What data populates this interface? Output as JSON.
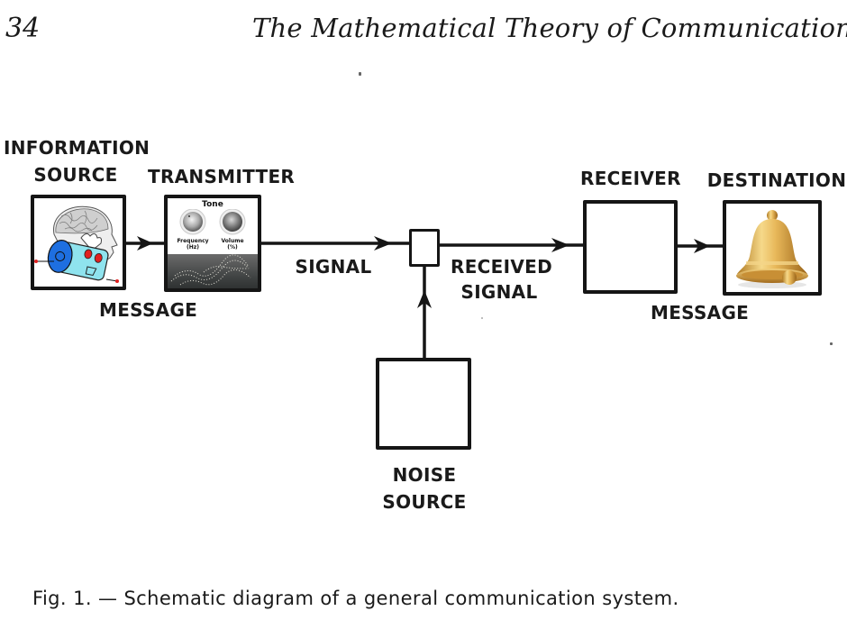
{
  "header": {
    "page_number": "34",
    "title": "The Mathematical Theory of Communication"
  },
  "diagram": {
    "nodes": {
      "information_source": {
        "label_line1": "INFORMATION",
        "label_line2": "SOURCE",
        "image": "brain-and-robot-illustration"
      },
      "transmitter": {
        "label": "TRANSMITTER",
        "image": "tone-control-panel",
        "panel_title": "Tone",
        "knobs": [
          {
            "label": "Frequency",
            "unit": "(Hz)"
          },
          {
            "label": "Volume",
            "unit": "(%)"
          }
        ]
      },
      "noise_source": {
        "label_line1": "NOISE",
        "label_line2": "SOURCE"
      },
      "receiver": {
        "label": "RECEIVER"
      },
      "destination": {
        "label": "DESTINATION",
        "image": "golden-bell"
      }
    },
    "edges": {
      "message_in": "MESSAGE",
      "signal": "SIGNAL",
      "received_signal_line1": "RECEIVED",
      "received_signal_line2": "SIGNAL",
      "message_out": "MESSAGE"
    }
  },
  "caption": "Fig. 1. — Schematic diagram of a general communication system."
}
